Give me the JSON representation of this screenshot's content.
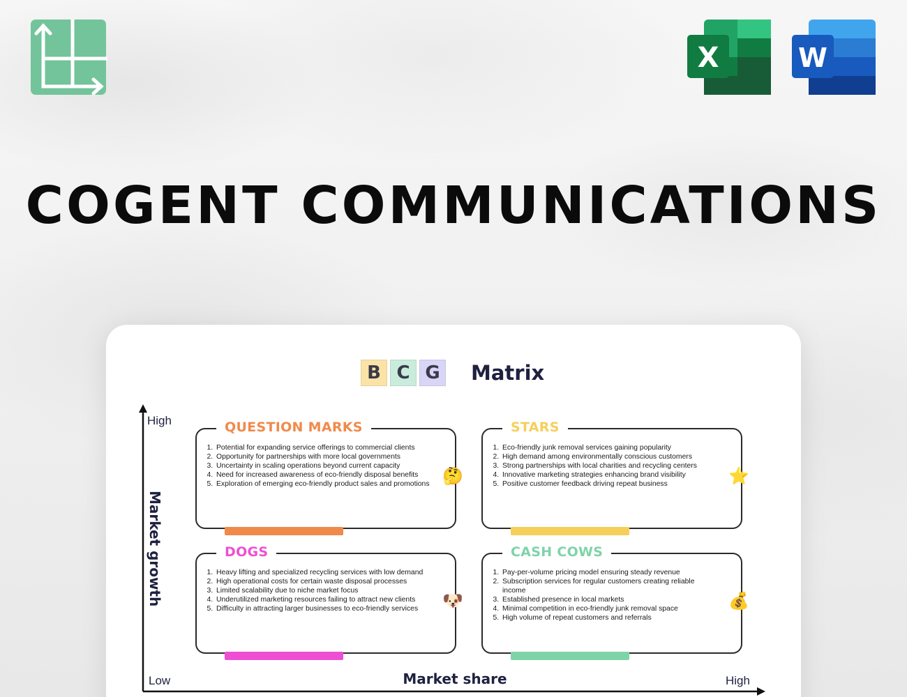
{
  "header": {
    "title": "COGENT COMMUNICATIONS",
    "apps": [
      {
        "name": "excel-icon",
        "letter": "X",
        "color": "#1d6f42"
      },
      {
        "name": "word-icon",
        "letter": "W",
        "color": "#2b579a"
      }
    ]
  },
  "diagram": {
    "letters": [
      "B",
      "C",
      "G"
    ],
    "title_word": "Matrix",
    "y_axis": {
      "label": "Market growth",
      "high": "High"
    },
    "x_axis": {
      "label": "Market share",
      "low": "Low",
      "high": "High"
    },
    "quadrants": {
      "question_marks": {
        "title": "QUESTION MARKS",
        "color": "#f08a4b",
        "icon": "thinking-face-icon",
        "emoji": "🤔",
        "items": [
          "Potential for expanding service offerings to commercial clients",
          "Opportunity for partnerships with more local governments",
          "Uncertainty in scaling operations beyond current capacity",
          "Need for increased awareness of eco-friendly disposal benefits",
          "Exploration of emerging eco-friendly product sales and promotions"
        ]
      },
      "stars": {
        "title": "STARS",
        "color": "#f5cf5a",
        "icon": "star-icon",
        "emoji": "⭐",
        "items": [
          "Eco-friendly junk removal services gaining popularity",
          "High demand among environmentally conscious customers",
          "Strong partnerships with local charities and recycling centers",
          "Innovative marketing strategies enhancing brand visibility",
          "Positive customer feedback driving repeat business"
        ]
      },
      "dogs": {
        "title": "DOGS",
        "color": "#ee4fd2",
        "icon": "dog-face-icon",
        "emoji": "🐶",
        "items": [
          "Heavy lifting and specialized recycling services with low demand",
          "High operational costs for certain waste disposal processes",
          "Limited scalability due to niche market focus",
          "Underutilized marketing resources failing to attract new clients",
          "Difficulty in attracting larger businesses to eco-friendly services"
        ]
      },
      "cash_cows": {
        "title": "CASH COWS",
        "color": "#7fd3a9",
        "icon": "money-bag-icon",
        "emoji": "💰",
        "items": [
          "Pay-per-volume pricing model ensuring steady revenue",
          "Subscription services for regular customers creating reliable income",
          "Established presence in local markets",
          "Minimal competition in eco-friendly junk removal space",
          "High volume of repeat customers and referrals"
        ]
      }
    }
  }
}
